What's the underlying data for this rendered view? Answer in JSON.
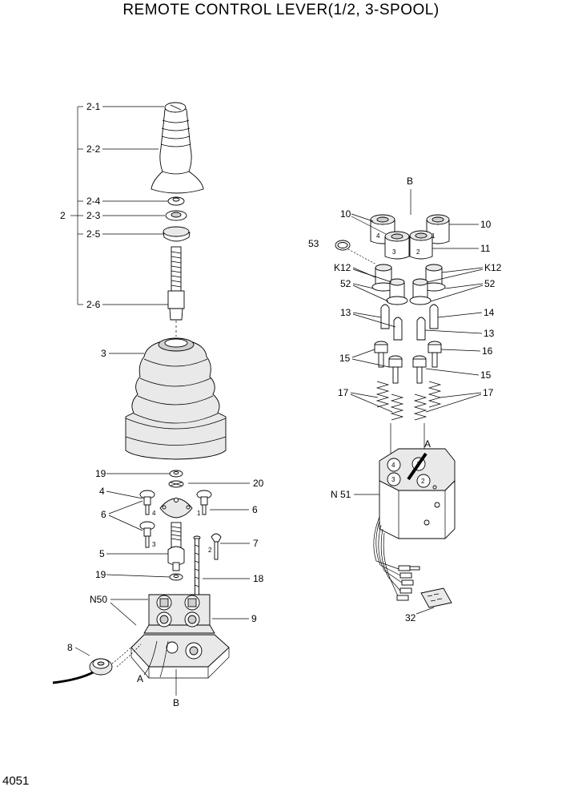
{
  "title": "REMOTE CONTROL LEVER(1/2, 3-SPOOL)",
  "page_number": "4051",
  "callouts": {
    "c2_1": "2-1",
    "c2_2": "2-2",
    "c2_4": "2-4",
    "c2": "2",
    "c2_3": "2-3",
    "c2_5": "2-5",
    "c2_6": "2-6",
    "c3": "3",
    "c19a": "19",
    "c20": "20",
    "c4": "4",
    "c6a": "6",
    "c6b": "6",
    "c5": "5",
    "c7": "7",
    "c19b": "19",
    "c18": "18",
    "cN50": "N50",
    "c9": "9",
    "c8": "8",
    "cA1": "A",
    "cB1": "B",
    "cB2": "B",
    "c10a": "10",
    "c10b": "10",
    "c53": "53",
    "c11": "11",
    "cK12a": "K12",
    "cK12b": "K12",
    "c52a": "52",
    "c52b": "52",
    "c13a": "13",
    "c14": "14",
    "c13b": "13",
    "c15a": "15",
    "c16": "16",
    "c15b": "15",
    "c17a": "17",
    "c17b": "17",
    "cA2": "A",
    "cN51": "N 51",
    "c32": "32"
  },
  "port_marks": {
    "p4": "4",
    "p3": "3",
    "p1": "1",
    "p2": "2",
    "b4": "4",
    "b3": "3",
    "b1": "1",
    "b2": "2",
    "s4": "4",
    "s1": "1",
    "s3": "3",
    "s2": "2"
  }
}
